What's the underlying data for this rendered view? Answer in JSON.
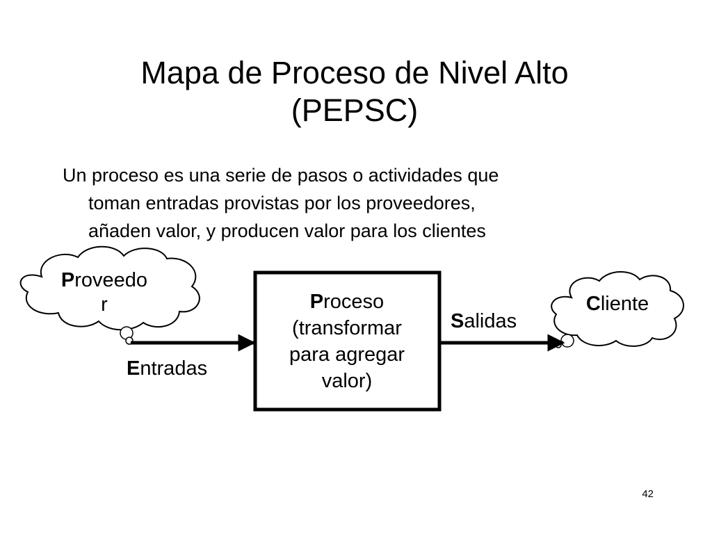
{
  "title": {
    "line1": "Mapa de Proceso de Nivel Alto",
    "line2": "(PEPSC)"
  },
  "description": {
    "line1": "Un proceso es una serie de pasos o actividades que",
    "line2": "toman entradas provistas por los proveedores,",
    "line3": "añaden valor, y producen valor para los clientes"
  },
  "supplier": {
    "first_letter": "P",
    "rest_line1": "roveedo",
    "line2": "r"
  },
  "process": {
    "first_letter": "P",
    "rest_line1": "roceso",
    "line2": "(transformar",
    "line3": "para agregar",
    "line4": "valor)"
  },
  "customer": {
    "first_letter": "C",
    "rest": "liente"
  },
  "inputs": {
    "first_letter": "E",
    "rest": "ntradas"
  },
  "outputs": {
    "first_letter": "S",
    "rest": "alidas"
  },
  "page_number": "42",
  "colors": {
    "ink": "#000000",
    "background": "#ffffff"
  }
}
